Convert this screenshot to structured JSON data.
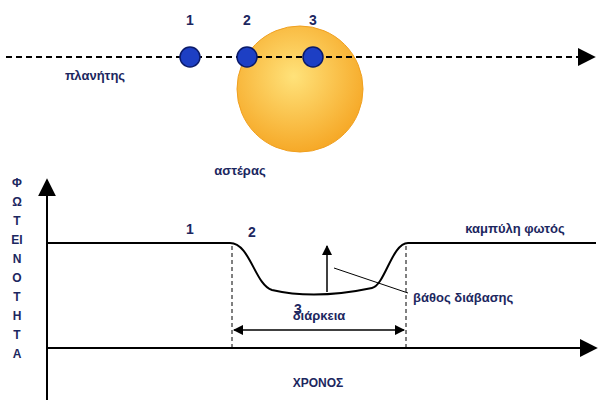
{
  "diagram": {
    "labels": [
      "1",
      "2",
      "3",
      "πλανήτης",
      "αστέρας",
      "ΦΩΤΕΙΝΟΤΗΤΑ",
      "καμπύλη φωτός",
      "1",
      "2",
      "3",
      "βάθος διάβασης",
      "διάρκεια",
      "ΧΡΟΝΟΣ"
    ]
  }
}
